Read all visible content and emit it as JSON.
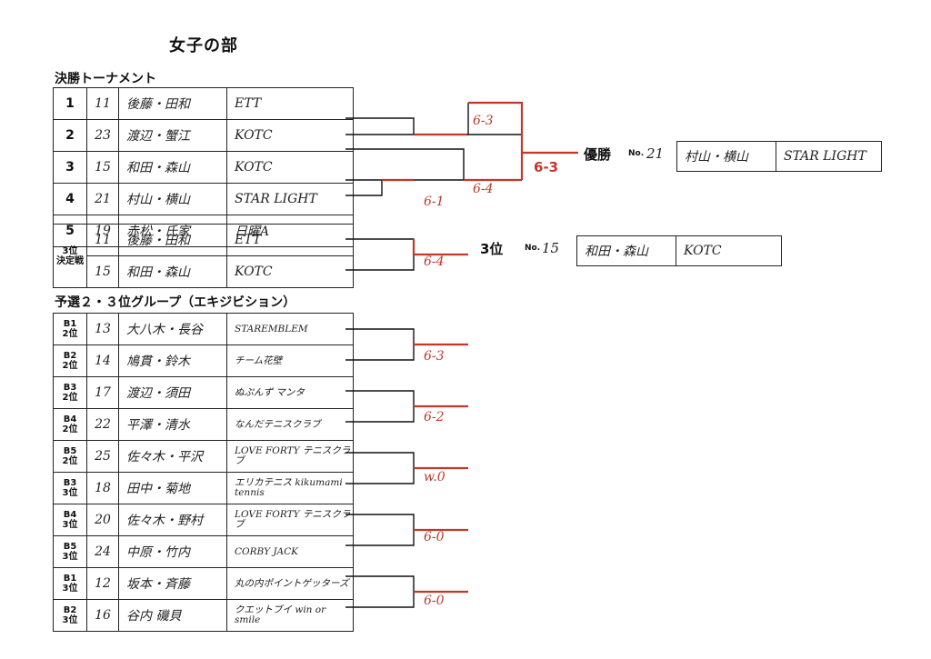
{
  "title": "女子の部",
  "final": {
    "heading": "決勝トーナメント",
    "rows": [
      {
        "seed": "1",
        "num": "11",
        "names": "後藤・田和",
        "team": "ETT"
      },
      {
        "seed": "2",
        "num": "23",
        "names": "渡辺・蟹江",
        "team": "KOTC"
      },
      {
        "seed": "3",
        "num": "15",
        "names": "和田・森山",
        "team": "KOTC"
      },
      {
        "seed": "4",
        "num": "21",
        "names": "村山・横山",
        "team": "STAR LIGHT"
      },
      {
        "seed": "5",
        "num": "19",
        "names": "赤松・氏家",
        "team": "日曜A"
      }
    ],
    "scores": {
      "r1": "6-3",
      "r2": "6-1",
      "r3": "6-4",
      "final": "6-3"
    },
    "winner": {
      "label": "優勝",
      "no_label": "No.",
      "num": "21",
      "names": "村山・横山",
      "team": "STAR LIGHT"
    }
  },
  "third": {
    "label_top": "3位",
    "label_bottom": "決定戦",
    "rows": [
      {
        "num": "11",
        "names": "後藤・田和",
        "team": "ETT"
      },
      {
        "num": "15",
        "names": "和田・森山",
        "team": "KOTC"
      }
    ],
    "score": "6-4",
    "result": {
      "label": "3位",
      "no_label": "No.",
      "num": "15",
      "names": "和田・森山",
      "team": "KOTC"
    }
  },
  "group": {
    "heading": "予選２・３位グループ（エキジビション）",
    "rows": [
      {
        "g": "B1",
        "pos": "2位",
        "num": "13",
        "names": "大八木・長谷",
        "team": "STAREMBLEM"
      },
      {
        "g": "B2",
        "pos": "2位",
        "num": "14",
        "names": "鳩貫・鈴木",
        "team": "チーム花壁"
      },
      {
        "g": "B3",
        "pos": "2位",
        "num": "17",
        "names": "渡辺・須田",
        "team": "ぬぷんず マンタ"
      },
      {
        "g": "B4",
        "pos": "2位",
        "num": "22",
        "names": "平澤・清水",
        "team": "なんだテニスクラブ"
      },
      {
        "g": "B5",
        "pos": "2位",
        "num": "25",
        "names": "佐々木・平沢",
        "team": "LOVE FORTY テニスクラブ"
      },
      {
        "g": "B3",
        "pos": "3位",
        "num": "18",
        "names": "田中・菊地",
        "team": "エリカテニス kikumami tennis"
      },
      {
        "g": "B4",
        "pos": "3位",
        "num": "20",
        "names": "佐々木・野村",
        "team": "LOVE FORTY テニスクラブ"
      },
      {
        "g": "B5",
        "pos": "3位",
        "num": "24",
        "names": "中原・竹内",
        "team": "CORBY JACK"
      },
      {
        "g": "B1",
        "pos": "3位",
        "num": "12",
        "names": "坂本・斉藤",
        "team": "丸の内ポイントゲッターズ"
      },
      {
        "g": "B2",
        "pos": "3位",
        "num": "16",
        "names": "谷内 磯貝",
        "team": "クエットブイ win or smile"
      }
    ],
    "scores": [
      "6-3",
      "6-2",
      "w.0",
      "6-0",
      "6-0"
    ]
  }
}
